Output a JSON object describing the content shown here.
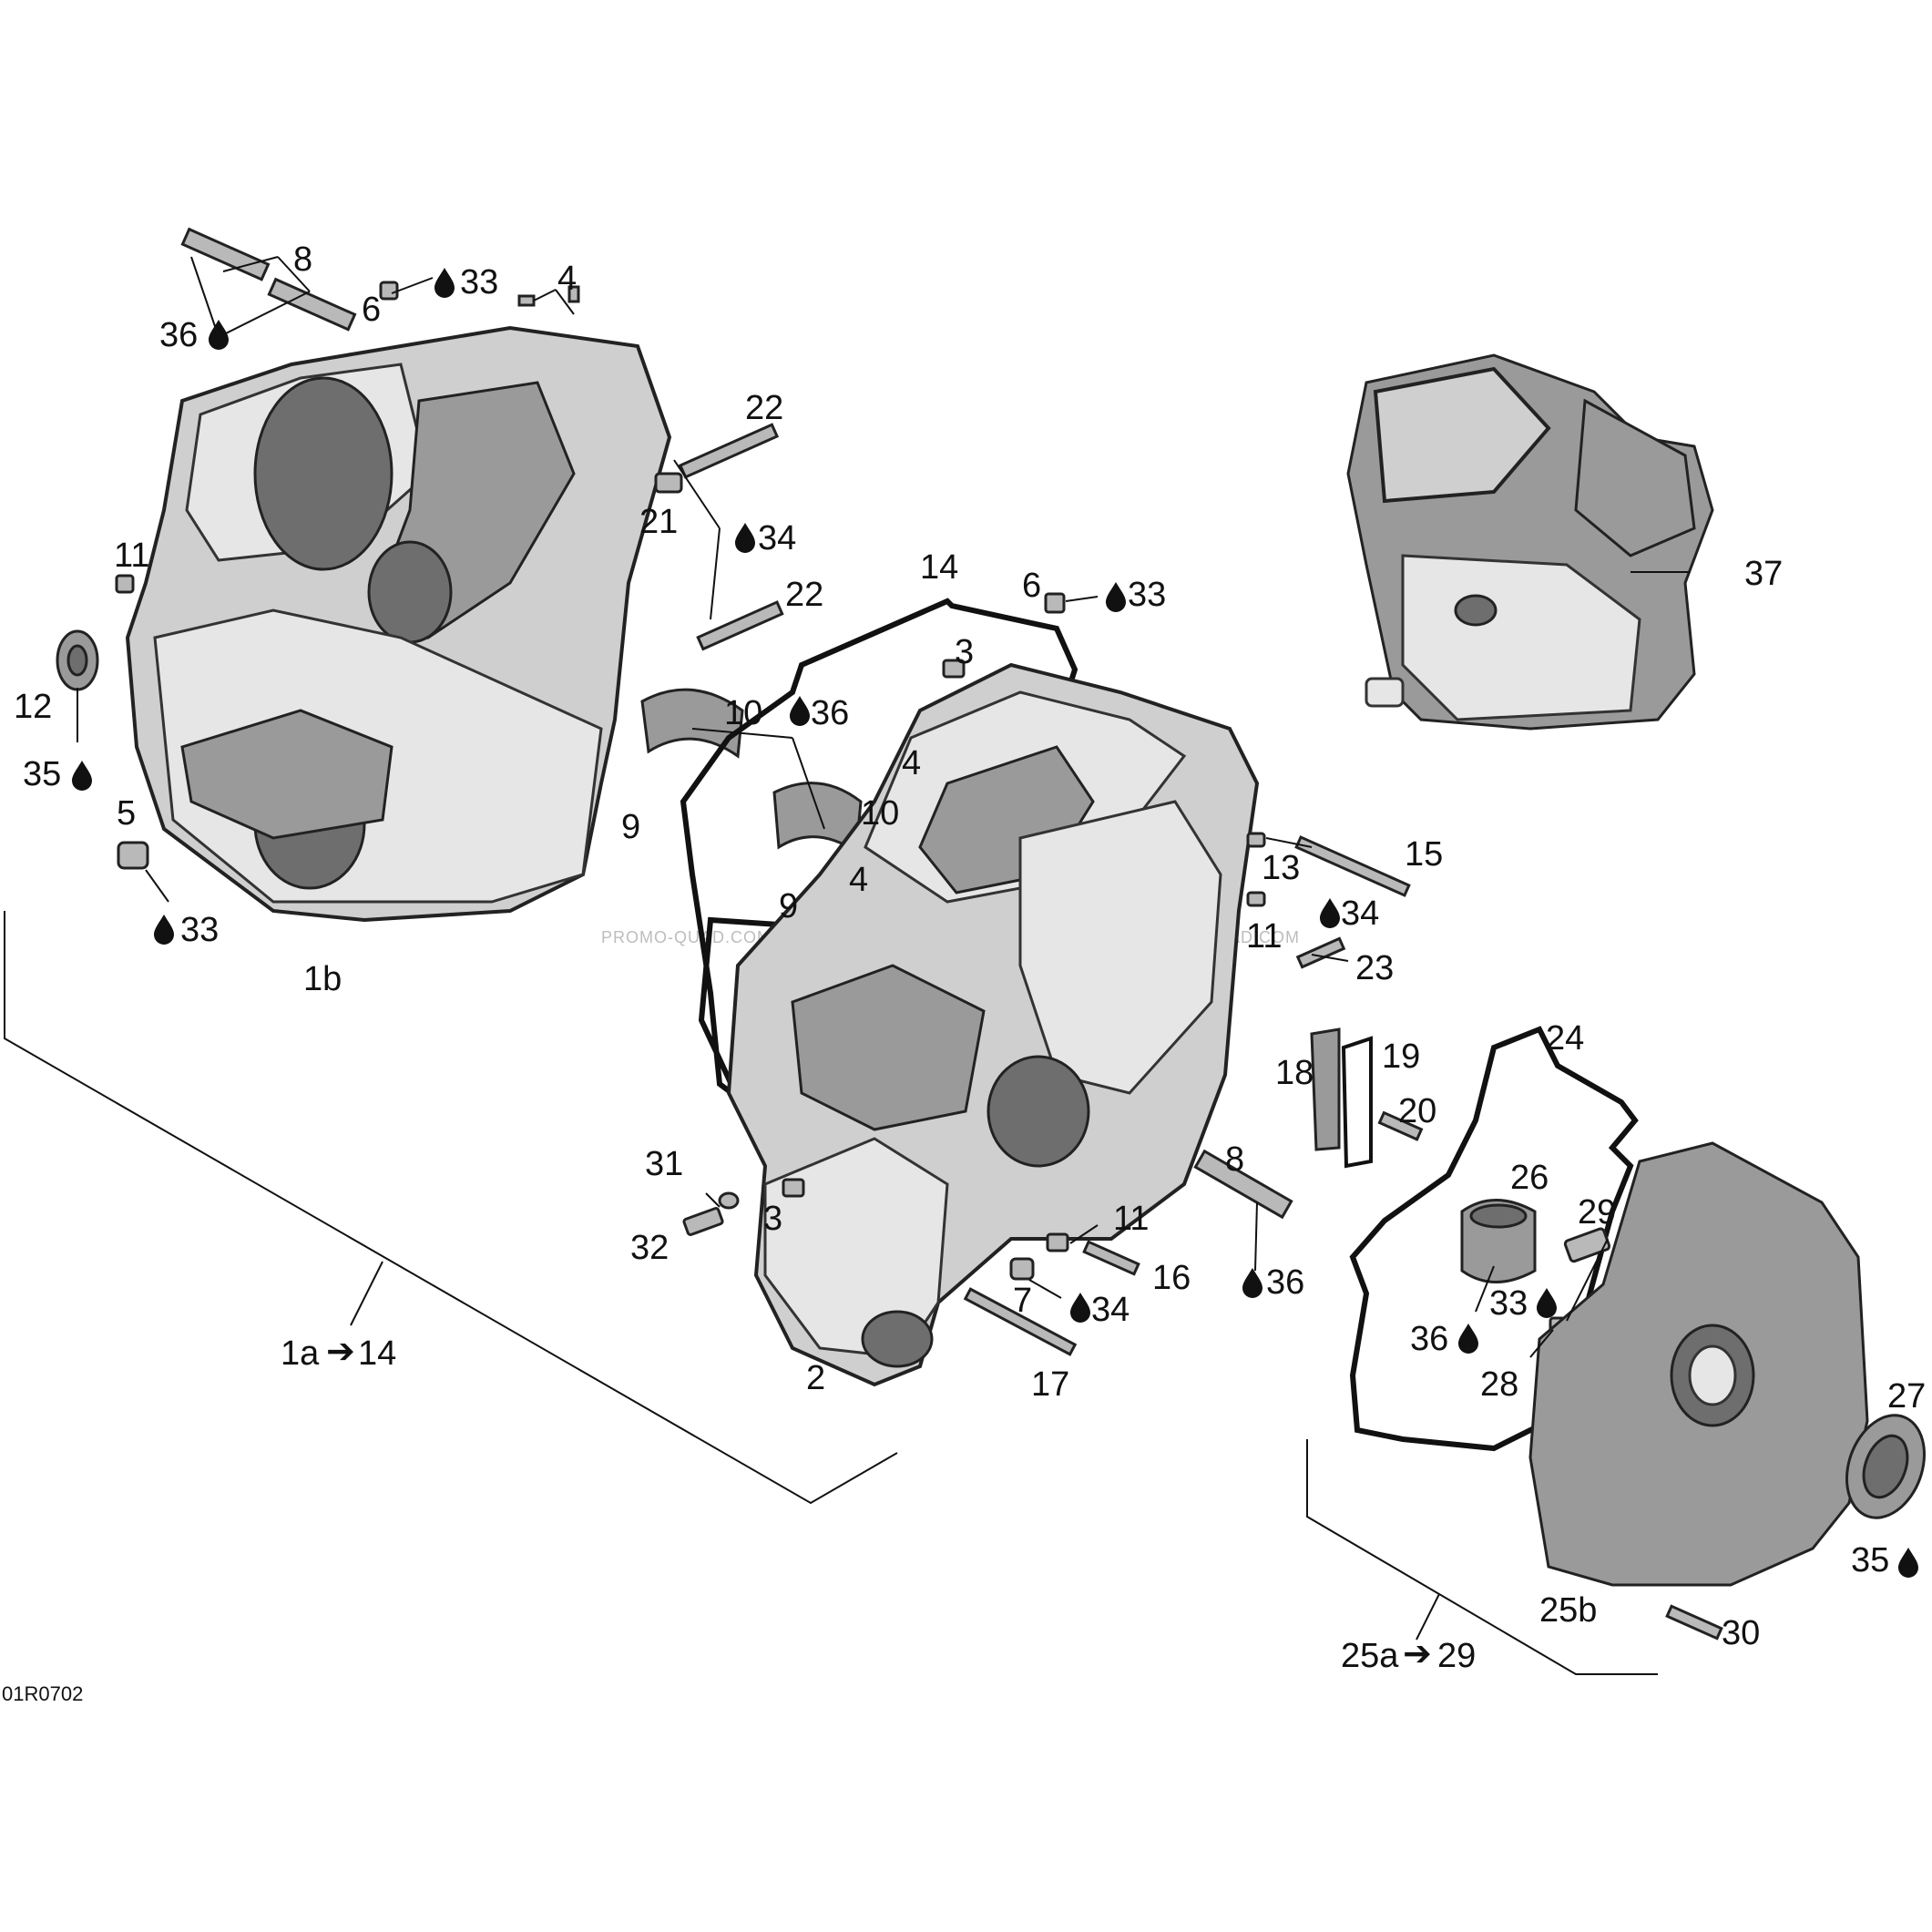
{
  "drawing_code": "01R0702",
  "watermark_text": "PROMO-QUAD.COM",
  "icons": {
    "lubricant": "oil-drop-icon",
    "range_arrow": "right-arrow-icon"
  },
  "colors": {
    "ink": "#111111",
    "part_fill": "#cfcfcf",
    "watermark": "#bdbdbd"
  },
  "labels": {
    "l8a": "8",
    "l33a": "33",
    "l4a": "4",
    "l6a": "6",
    "l36a": "36",
    "l22a": "22",
    "l21": "21",
    "l34a": "34",
    "l22b": "22",
    "l11a": "11",
    "l12": "12",
    "l35a": "35",
    "l5": "5",
    "l33b": "33",
    "l1b": "1b",
    "l14": "14",
    "l6b": "6",
    "l33c": "33",
    "l3a": "3",
    "l10a": "10",
    "l36b": "36",
    "l4b": "4",
    "l10b": "10",
    "l9a": "9",
    "l9b": "9",
    "l4c": "4",
    "l37": "37",
    "l13": "13",
    "l15": "15",
    "l11b": "11",
    "l34b": "34",
    "l23": "23",
    "l24": "24",
    "l18": "18",
    "l19": "19",
    "l20": "20",
    "l26": "26",
    "l29": "29",
    "l8b": "8",
    "l36c": "36",
    "l11c": "11",
    "l16": "16",
    "l7": "7",
    "l34c": "34",
    "l31": "31",
    "l32": "32",
    "l3b": "3",
    "l2": "2",
    "l17": "17",
    "l33d": "33",
    "l36d": "36",
    "l28": "28",
    "l27": "27",
    "l35b": "35",
    "l25b": "25b",
    "l30": "30",
    "range_a_from": "1a",
    "range_a_to": "14",
    "range_b_from": "25a",
    "range_b_to": "29"
  }
}
